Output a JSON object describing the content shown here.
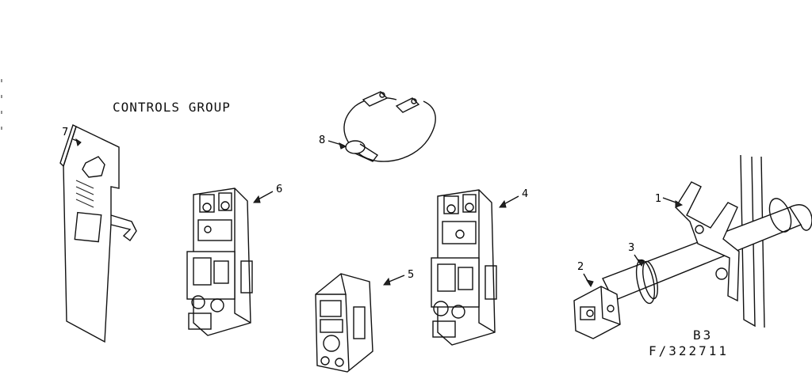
{
  "heading": "CONTROLS GROUP",
  "code_line1": "B3",
  "code_line2": "F/322711",
  "callouts": {
    "c1": "1",
    "c2": "2",
    "c3": "3",
    "c4": "4",
    "c5": "5",
    "c6": "6",
    "c7": "7",
    "c8": "8"
  }
}
